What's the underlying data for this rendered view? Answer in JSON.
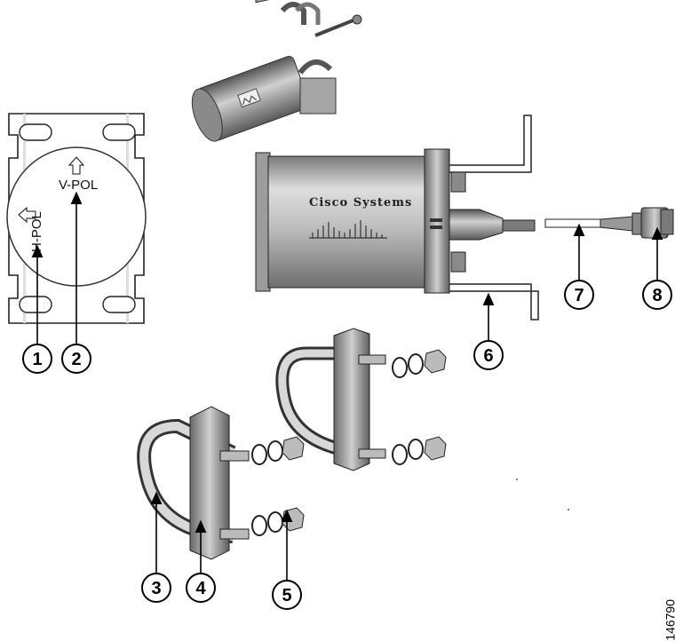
{
  "bracket": {
    "v_pol_label": "V-POL",
    "h_pol_label": "H-POL"
  },
  "antenna": {
    "brand_label": "Cisco Systems"
  },
  "callouts": [
    {
      "number": "1"
    },
    {
      "number": "2"
    },
    {
      "number": "3"
    },
    {
      "number": "4"
    },
    {
      "number": "5"
    },
    {
      "number": "6"
    },
    {
      "number": "7"
    },
    {
      "number": "8"
    }
  ],
  "figure_id": "146790"
}
